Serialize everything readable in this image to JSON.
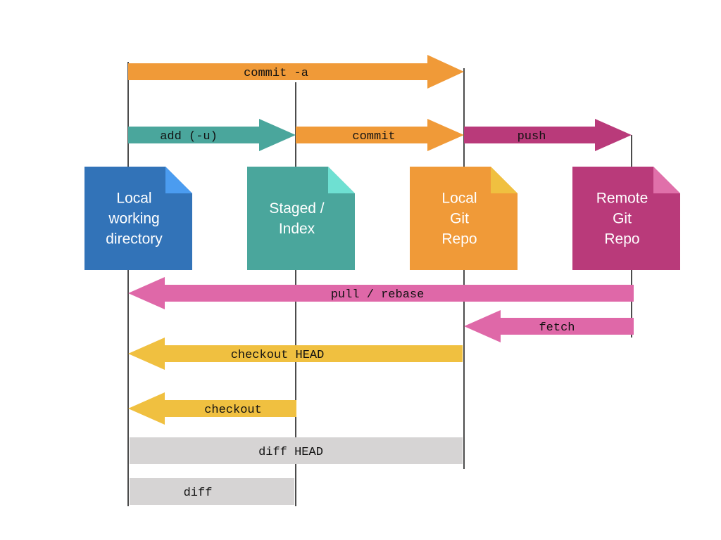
{
  "locations": [
    {
      "id": "local",
      "lines": [
        "Local",
        "working",
        "directory"
      ],
      "color": "#3273b8",
      "fold_color": "#4b9cf0"
    },
    {
      "id": "staged",
      "lines": [
        "Staged /",
        "Index"
      ],
      "color": "#4aa69c",
      "fold_color": "#6ee0d2"
    },
    {
      "id": "repo",
      "lines": [
        "Local",
        "Git",
        "Repo"
      ],
      "color": "#f09a38",
      "fold_color": "#f0c040"
    },
    {
      "id": "remote",
      "lines": [
        "Remote",
        "Git",
        "Repo"
      ],
      "color": "#b93a7a",
      "fold_color": "#e070aa"
    }
  ],
  "commands": [
    {
      "id": "commit-a",
      "label": "commit -a",
      "from": "local",
      "to": "repo",
      "direction": "right",
      "color": "#f09a38",
      "kind": "arrow"
    },
    {
      "id": "add",
      "label": "add (-u)",
      "from": "local",
      "to": "staged",
      "direction": "right",
      "color": "#4aa69c",
      "kind": "arrow"
    },
    {
      "id": "commit",
      "label": "commit",
      "from": "staged",
      "to": "repo",
      "direction": "right",
      "color": "#f09a38",
      "kind": "arrow"
    },
    {
      "id": "push",
      "label": "push",
      "from": "repo",
      "to": "remote",
      "direction": "right",
      "color": "#b93a7a",
      "kind": "arrow"
    },
    {
      "id": "pull",
      "label": "pull / rebase",
      "from": "remote",
      "to": "local",
      "direction": "left",
      "color": "#df68a8",
      "kind": "arrow"
    },
    {
      "id": "fetch",
      "label": "fetch",
      "from": "remote",
      "to": "repo",
      "direction": "left",
      "color": "#df68a8",
      "kind": "arrow"
    },
    {
      "id": "checkout-head",
      "label": "checkout HEAD",
      "from": "repo",
      "to": "local",
      "direction": "left",
      "color": "#f0c040",
      "kind": "arrow"
    },
    {
      "id": "checkout",
      "label": "checkout",
      "from": "staged",
      "to": "local",
      "direction": "left",
      "color": "#f0c040",
      "kind": "arrow"
    },
    {
      "id": "diff-head",
      "label": "diff HEAD",
      "from": "local",
      "to": "repo",
      "color": "#d6d4d4",
      "kind": "bar"
    },
    {
      "id": "diff",
      "label": "diff",
      "from": "local",
      "to": "staged",
      "color": "#d6d4d4",
      "kind": "bar"
    }
  ]
}
